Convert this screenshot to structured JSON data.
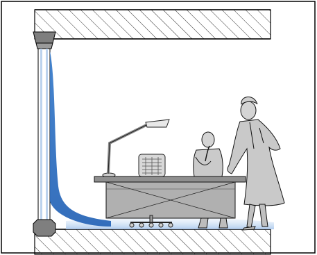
{
  "figure": {
    "description_visible_text": "",
    "colors": {
      "frame": "#000000",
      "hatch_fill": "#ffffff",
      "airflow_blue": "#2f72c4",
      "airflow_light": "#cfe0f4",
      "furniture_gray": "#9a9a9a",
      "furniture_light": "#c8c8c8",
      "person_gray": "#c9c9c9",
      "outline": "#1a1a1a"
    },
    "icons": [
      "ceiling-slab",
      "floor-slab",
      "window-mullion",
      "cold-downdraft-airflow",
      "desk-lamp",
      "desk-document-stand",
      "office-desk",
      "office-chair-base",
      "seated-person",
      "standing-person"
    ]
  }
}
